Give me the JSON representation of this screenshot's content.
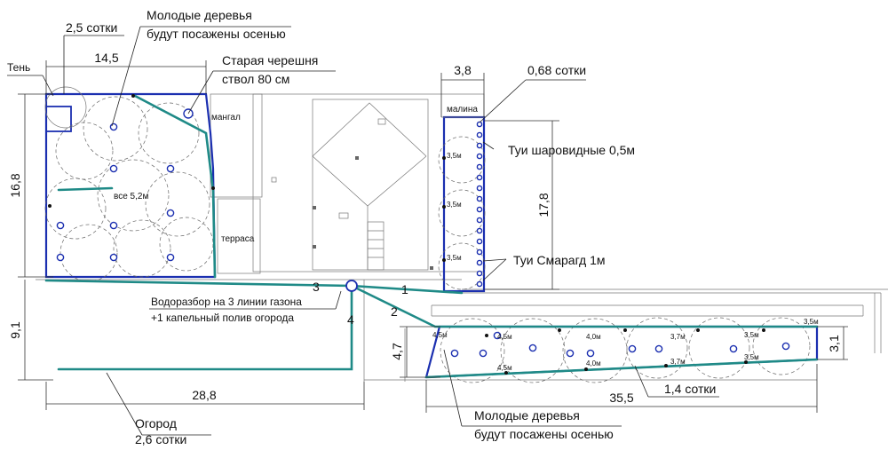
{
  "annotations": {
    "young_trees_top_line1": "Молодые деревья",
    "young_trees_top_line2": "будут посажены осенью",
    "area_top": "2,5 сотки",
    "dim_top_width": "14,5",
    "shade": "Тень",
    "old_cherry_line1": "Старая черешня",
    "old_cherry_line2": "ствол 80 см",
    "dim_168": "16,8",
    "grill": "мангал",
    "terrace": "терраса",
    "all_spacing": "все 5,2м",
    "dim_38": "3,8",
    "area_068": "0,68 сотки",
    "raspberry": "малина",
    "thuja_globe": "Туи шаровидные 0,5м",
    "dim_178": "17,8",
    "thuja_smaragd": "Туи Смарагд 1м",
    "spacing_35": "3,5м",
    "water_line1": "Водоразбор на 3 линии газона",
    "water_line2": "+1 капельный полив огорода",
    "line_1": "1",
    "line_2": "2",
    "line_3": "3",
    "line_4": "4",
    "dim_91": "9,1",
    "dim_47": "4,7",
    "dim_31": "3,1",
    "dim_288": "28,8",
    "dim_355": "35,5",
    "area_14": "1,4 сотки",
    "garden_line1": "Огород",
    "garden_line2": "2,6 сотки",
    "young_trees_bottom_line1": "Молодые деревья",
    "young_trees_bottom_line2": "будут посажены осенью",
    "sp_45a": "4,5м",
    "sp_45b": "4,5м",
    "sp_40a": "4,0м",
    "sp_37a": "3,7м",
    "sp_35a": "3,5м",
    "sp_45c": "4,5м",
    "sp_40b": "4,0м",
    "sp_37b": "3,7м",
    "sp_35b": "3,5м",
    "sp_35c": "3,5м"
  },
  "colors": {
    "plot_border": "#1b2fb0",
    "irrigation": "#1f8a87",
    "lines": "#333333"
  }
}
